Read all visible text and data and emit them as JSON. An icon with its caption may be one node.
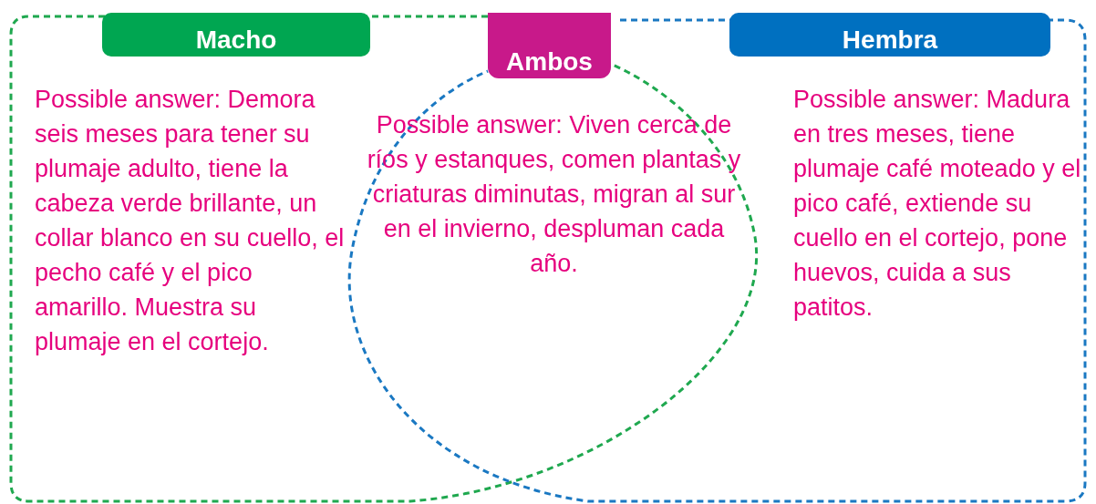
{
  "diagram": {
    "nodes": [
      {
        "text": [
          "Macho",
          "Possible answer: Demora seis meses para tener su plumaje adulto, tiene la cabeza verde brillante, un collar blanco en su cuello, el pecho café y el pico amarillo. Muestra su plumaje en el cortejo."
        ]
      },
      {
        "text": [
          "Ambos",
          "Possible answer: Viven cerca de ríos y estanques, comen plantas y criaturas diminutas, migran al sur en el invierno, despluman cada año."
        ]
      },
      {
        "text": [
          "Hembra",
          "Possible answer: Madura en tres meses, tiene plumaje café moteado y el pico café, extiende su cuello en el cortejo, pone huevos, cuida a sus patitos."
        ]
      }
    ],
    "edges": []
  }
}
